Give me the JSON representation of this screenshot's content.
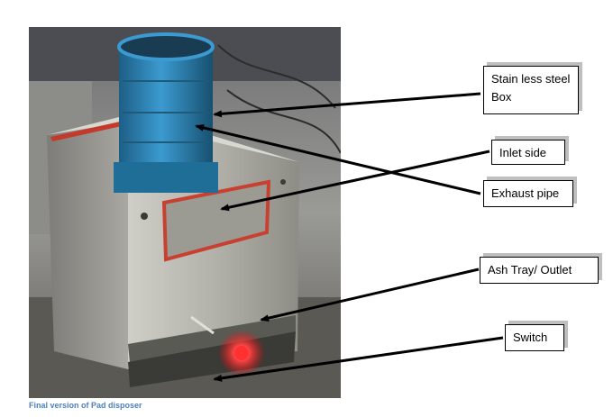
{
  "callouts": {
    "stainless_box": "Stain less steel Box",
    "inlet_side": "Inlet side",
    "exhaust_pipe": "Exhaust pipe",
    "ash_tray": "Ash Tray/ Outlet",
    "switch": "Switch"
  },
  "caption": "Final version of Pad disposer",
  "colors": {
    "caption": "#4f81bd",
    "pipe": "#2a7fb0",
    "led": "#ff2a2a",
    "steel": "#b7b7b0"
  }
}
